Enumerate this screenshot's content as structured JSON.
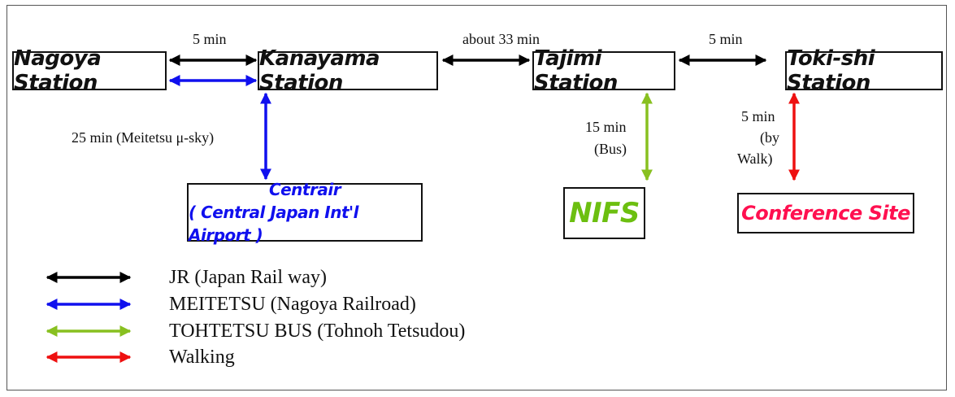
{
  "stations": {
    "nagoya": "Nagoya Station",
    "kanayama": "Kanayama Station",
    "tajimi": "Tajimi Station",
    "toki": "Toki-shi Station"
  },
  "destinations": {
    "centrair_line1": "Centrair",
    "centrair_line2": "( Central Japan Int'l Airport )",
    "nifs": "NIFS",
    "conference": "Conference Site"
  },
  "times": {
    "nagoya_kanayama": "5 min",
    "kanayama_tajimi": "about 33 min",
    "tajimi_toki": "5 min",
    "kanayama_centrair": "25 min (Meitetsu μ-sky)",
    "tajimi_nifs_line1": "15 min",
    "tajimi_nifs_line2": "(Bus)",
    "toki_conf_line1": "5 min",
    "toki_conf_line2": "(by",
    "toki_conf_line3": "Walk)"
  },
  "legend": [
    {
      "label": "JR (Japan Rail way)",
      "color": "#000000"
    },
    {
      "label": "MEITETSU (Nagoya Railroad)",
      "color": "#1010ee"
    },
    {
      "label": "TOHTETSU BUS (Tohnoh Tetsudou)",
      "color": "#88c020"
    },
    {
      "label": "Walking",
      "color": "#ee1010"
    }
  ],
  "colors": {
    "jr": "#000000",
    "meitetsu": "#1010ee",
    "bus": "#88c020",
    "walk": "#ee1010",
    "centrair_text": "#1010ee",
    "nifs_text": "#6cbf10",
    "conference_text": "#ff1050"
  }
}
